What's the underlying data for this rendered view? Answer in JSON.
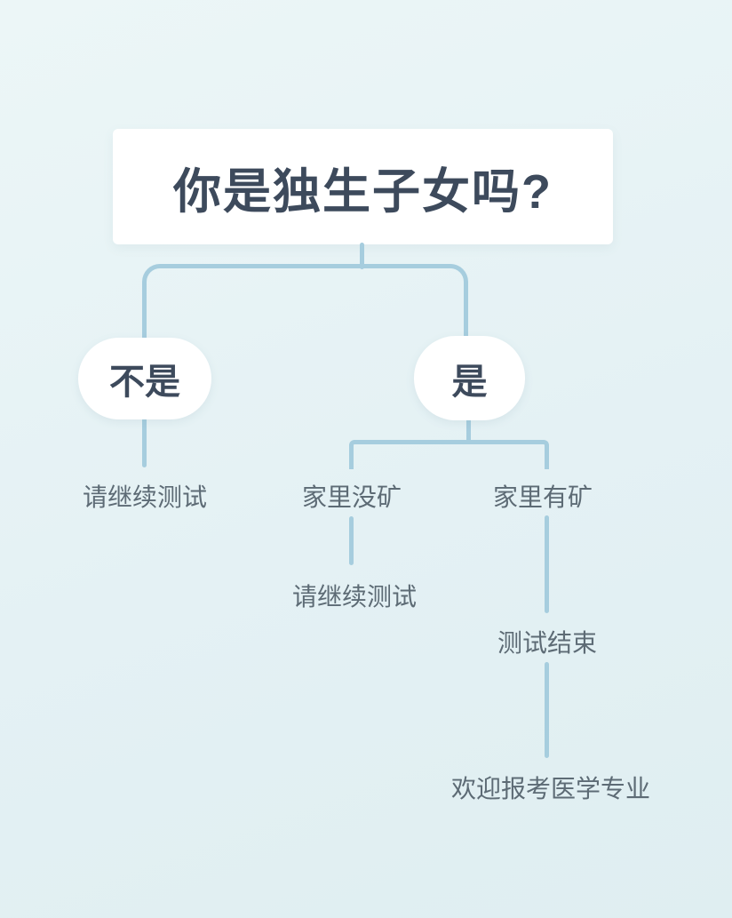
{
  "colors": {
    "background_top": "#ecf6f7",
    "background_bottom": "#dfeef1",
    "connector_line": "#a6cdde",
    "title_text": "#3d4a5c",
    "node_text": "#3d4a5c",
    "label_text": "#5d6b75",
    "box_background": "#ffffff"
  },
  "flowchart": {
    "type": "decision-tree",
    "root": {
      "label": "你是独生子女吗?"
    },
    "branches": {
      "no": {
        "label": "不是",
        "result": "请继续测试"
      },
      "yes": {
        "label": "是",
        "sub_branches": {
          "no_mine": {
            "label": "家里没矿",
            "result": "请继续测试"
          },
          "has_mine": {
            "label": "家里有矿",
            "result": "测试结束",
            "final": "欢迎报考医学专业"
          }
        }
      }
    }
  }
}
